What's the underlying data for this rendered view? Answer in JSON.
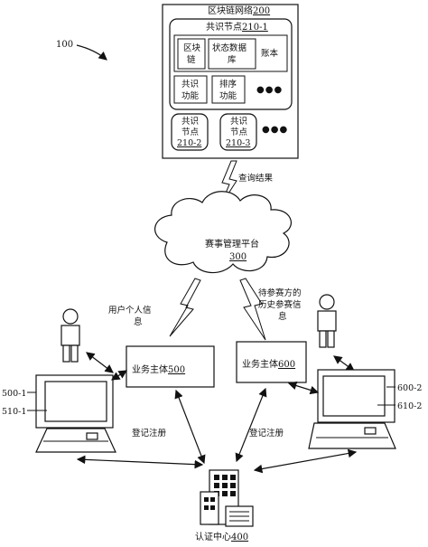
{
  "figure_label": "100",
  "blockchain": {
    "title": "区块链网络",
    "num": "200",
    "node1": {
      "title": "共识节点",
      "num": "210-1",
      "block_l1": "区块",
      "block_l2": "链",
      "state_l1": "状态数据",
      "state_l2": "库",
      "ledger": "账本",
      "consensus_l1": "共识",
      "consensus_l2": "功能",
      "sort_l1": "排序",
      "sort_l2": "功能",
      "ellipsis": "●●●"
    },
    "node2": {
      "l1": "共识",
      "l2": "节点",
      "num": "210-2"
    },
    "node3": {
      "l1": "共识",
      "l2": "节点",
      "num": "210-3"
    },
    "ellipsis": "●●●"
  },
  "query_result": "查询结果",
  "platform": {
    "title": "赛事管理平台",
    "num": "300"
  },
  "user_info": {
    "l1": "用户个人信",
    "l2": "息"
  },
  "history_info": {
    "l1": "待参赛方的",
    "l2": "历史参赛信",
    "l3": "息"
  },
  "entity_left": {
    "title": "业务主体",
    "num": "500"
  },
  "entity_right": {
    "title": "业务主体",
    "num": "600"
  },
  "labels": {
    "l500_1": "500-1",
    "l510_1": "510-1",
    "l600_2": "600-2",
    "l610_2": "610-2"
  },
  "register_left": "登记注册",
  "register_right": "登记注册",
  "cert_center": {
    "title": "认证中心",
    "num": "400"
  }
}
